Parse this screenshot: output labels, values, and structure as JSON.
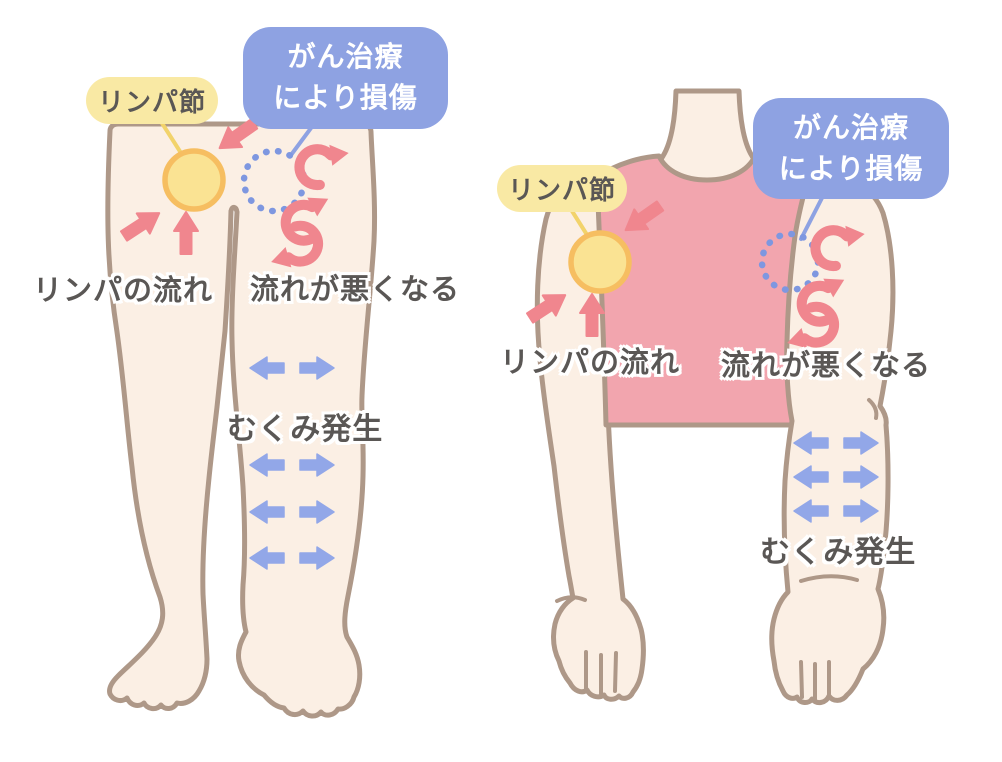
{
  "figure_legs": {
    "description": "lower body with normal left leg and swollen right leg",
    "badges": {
      "lymph_node": "リンパ節",
      "damage": "がん治療\nにより損傷"
    },
    "labels": {
      "lymph_flow": "リンパの流れ",
      "blocked_flow": "流れが悪くなる",
      "swelling": "むくみ発生"
    }
  },
  "figure_arm": {
    "description": "upper body with normal left arm and swollen right arm",
    "badges": {
      "lymph_node": "リンパ節",
      "damage": "がん治療\nにより損傷"
    },
    "labels": {
      "lymph_flow": "リンパの流れ",
      "blocked_flow": "流れが悪くなる",
      "swelling": "むくみ発生"
    }
  },
  "icons": {
    "lymph_flow_arrow": "➜",
    "turbulent_flow_arrow": "↻",
    "swelling_expansion_arrow": "↔",
    "lymph_node_circle": "●",
    "damaged_node_dotted_circle": "◌"
  },
  "colors": {
    "background": "#FFFFFF",
    "skin": "#FBEFE4",
    "outline": "#AE9888",
    "shirt": "#F2A5AE",
    "pink_arrow": "#F0868E",
    "blue_arrow": "#92A7E8",
    "node_fill": "#FAE393",
    "node_border": "#F6BE61",
    "dotted_node": "#7E97E0",
    "yellow_badge": "#F9E9A4",
    "yellow_connector": "#F2D36B",
    "blue_badge": "#8EA2E2",
    "label_text": "#5A5755"
  }
}
